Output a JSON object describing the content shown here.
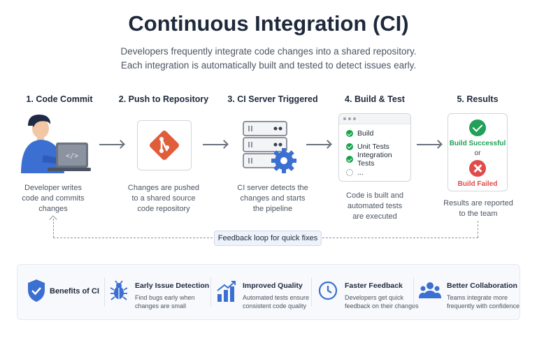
{
  "title": "Continuous Integration (CI)",
  "subtitle_line1": "Developers frequently integrate code changes into a shared repository.",
  "subtitle_line2": "Each integration is automatically built and tested to detect issues early.",
  "steps": [
    {
      "title": "1. Code Commit",
      "desc": [
        "Developer writes",
        "code and commits",
        "changes"
      ]
    },
    {
      "title": "2. Push to Repository",
      "desc": [
        "Changes are pushed",
        "to a shared source",
        "code repository"
      ]
    },
    {
      "title": "3. CI Server Triggered",
      "desc": [
        "CI server detects the",
        "changes and starts",
        "the pipeline"
      ]
    },
    {
      "title": "4. Build & Test",
      "desc": [
        "Code is built and",
        "automated tests",
        "are executed"
      ]
    },
    {
      "title": "5. Results",
      "desc": [
        "Results are reported",
        "to the team"
      ]
    }
  ],
  "build_items": [
    "Build",
    "Unit Tests",
    "Integration Tests",
    "..."
  ],
  "results": {
    "success": "Build Successful",
    "or": "or",
    "failed": "Build Failed"
  },
  "feedback_label": "Feedback loop for quick fixes",
  "benefits": {
    "heading": "Benefits of CI",
    "items": [
      {
        "title": "Early Issue Detection",
        "desc": [
          "Find bugs early when",
          "changes are small"
        ]
      },
      {
        "title": "Improved Quality",
        "desc": [
          "Automated tests ensure",
          "consistent code quality"
        ]
      },
      {
        "title": "Faster Feedback",
        "desc": [
          "Developers get quick",
          "feedback on their changes"
        ]
      },
      {
        "title": "Better Collaboration",
        "desc": [
          "Teams integrate more",
          "frequently with confidence"
        ]
      }
    ]
  },
  "colors": {
    "accent_blue": "#3b6fd1",
    "git_orange": "#e05d3a",
    "success_green": "#22a05a",
    "fail_red": "#e14b4b"
  },
  "icons": [
    "developer-laptop-icon",
    "git-icon",
    "server-gear-icon",
    "shield-check-icon",
    "bug-icon",
    "bar-chart-icon",
    "clock-icon",
    "team-icon"
  ]
}
